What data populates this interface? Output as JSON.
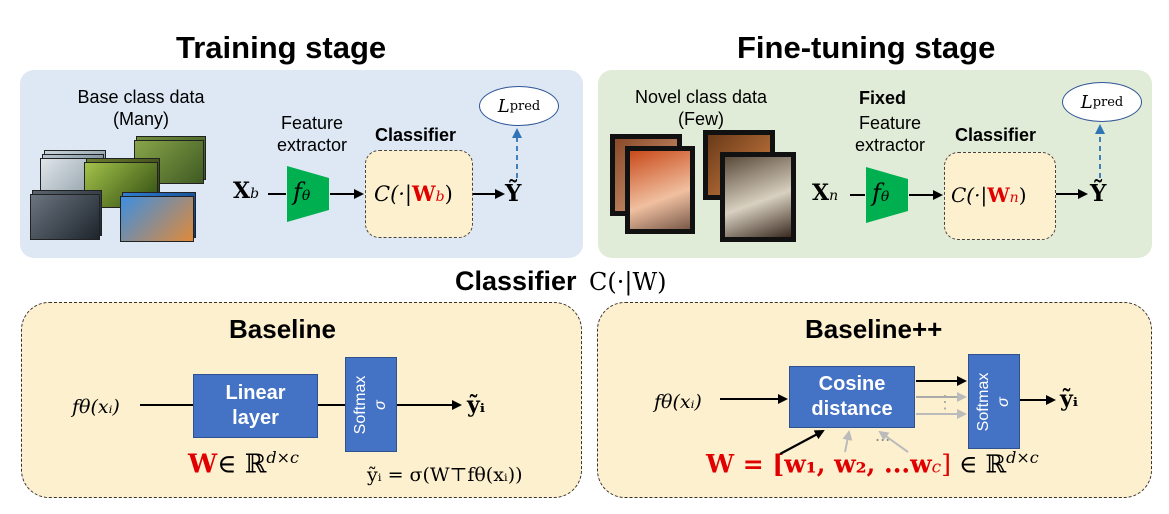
{
  "training": {
    "title": "Training stage",
    "data_label_line1": "Base class data",
    "data_label_line2": "(Many)",
    "feature_label_line1": "Feature",
    "feature_label_line2": "extractor",
    "classifier_label": "Classifier",
    "input_symbol": "X",
    "input_sub": "b",
    "f_symbol": "f",
    "f_sub": "θ",
    "cls_expr_pre": "C(·|",
    "cls_W": "W",
    "cls_W_sub": "b",
    "cls_expr_post": ")",
    "output_symbol": "Ỹ",
    "loss_L": "L",
    "loss_sub": "pred"
  },
  "finetune": {
    "title": "Fine-tuning stage",
    "data_label_line1": "Novel class data",
    "data_label_line2": "(Few)",
    "fixed_label": "Fixed",
    "feature_label_line1": "Feature",
    "feature_label_line2": "extractor",
    "classifier_label": "Classifier",
    "input_symbol": "X",
    "input_sub": "n",
    "f_symbol": "f",
    "f_sub": "θ",
    "cls_expr_pre": "C(·|",
    "cls_W": "W",
    "cls_W_sub": "n",
    "cls_expr_post": ")",
    "output_symbol": "Ỹ",
    "loss_L": "L",
    "loss_sub": "pred"
  },
  "classifier_heading": {
    "word": "Classifier",
    "expr": "C(·|W)"
  },
  "baseline": {
    "title": "Baseline",
    "input": "fθ(xᵢ)",
    "box_line1": "Linear",
    "box_line2": "layer",
    "softmax": "Softmax",
    "sigma": "σ",
    "output": "ỹᵢ",
    "weight_W": "W",
    "weight_rest": "∈ ℝ",
    "weight_sup": "d×c",
    "formula": "ỹᵢ = σ(W⊤fθ(xᵢ))"
  },
  "baselinepp": {
    "title": "Baseline++",
    "input": "fθ(xᵢ)",
    "box_line1": "Cosine",
    "box_line2": "distance",
    "softmax": "Softmax",
    "sigma": "σ",
    "output": "ỹᵢ",
    "dots": "⋮",
    "hdots": "...",
    "weight_lhs": "W = [w₁, w₂, ...w",
    "weight_c": "c",
    "weight_close": "]",
    "weight_rest": " ∈ ℝ",
    "weight_sup": "d×c"
  },
  "colors": {
    "panel_blue": "#dde8f4",
    "panel_green": "#e0ecd7",
    "panel_yellow": "#fdf0cf",
    "box_blue": "#4472c4",
    "extractor_green": "#00b050",
    "accent_red": "#e00000",
    "loss_arrow_blue": "#2f75b5"
  }
}
